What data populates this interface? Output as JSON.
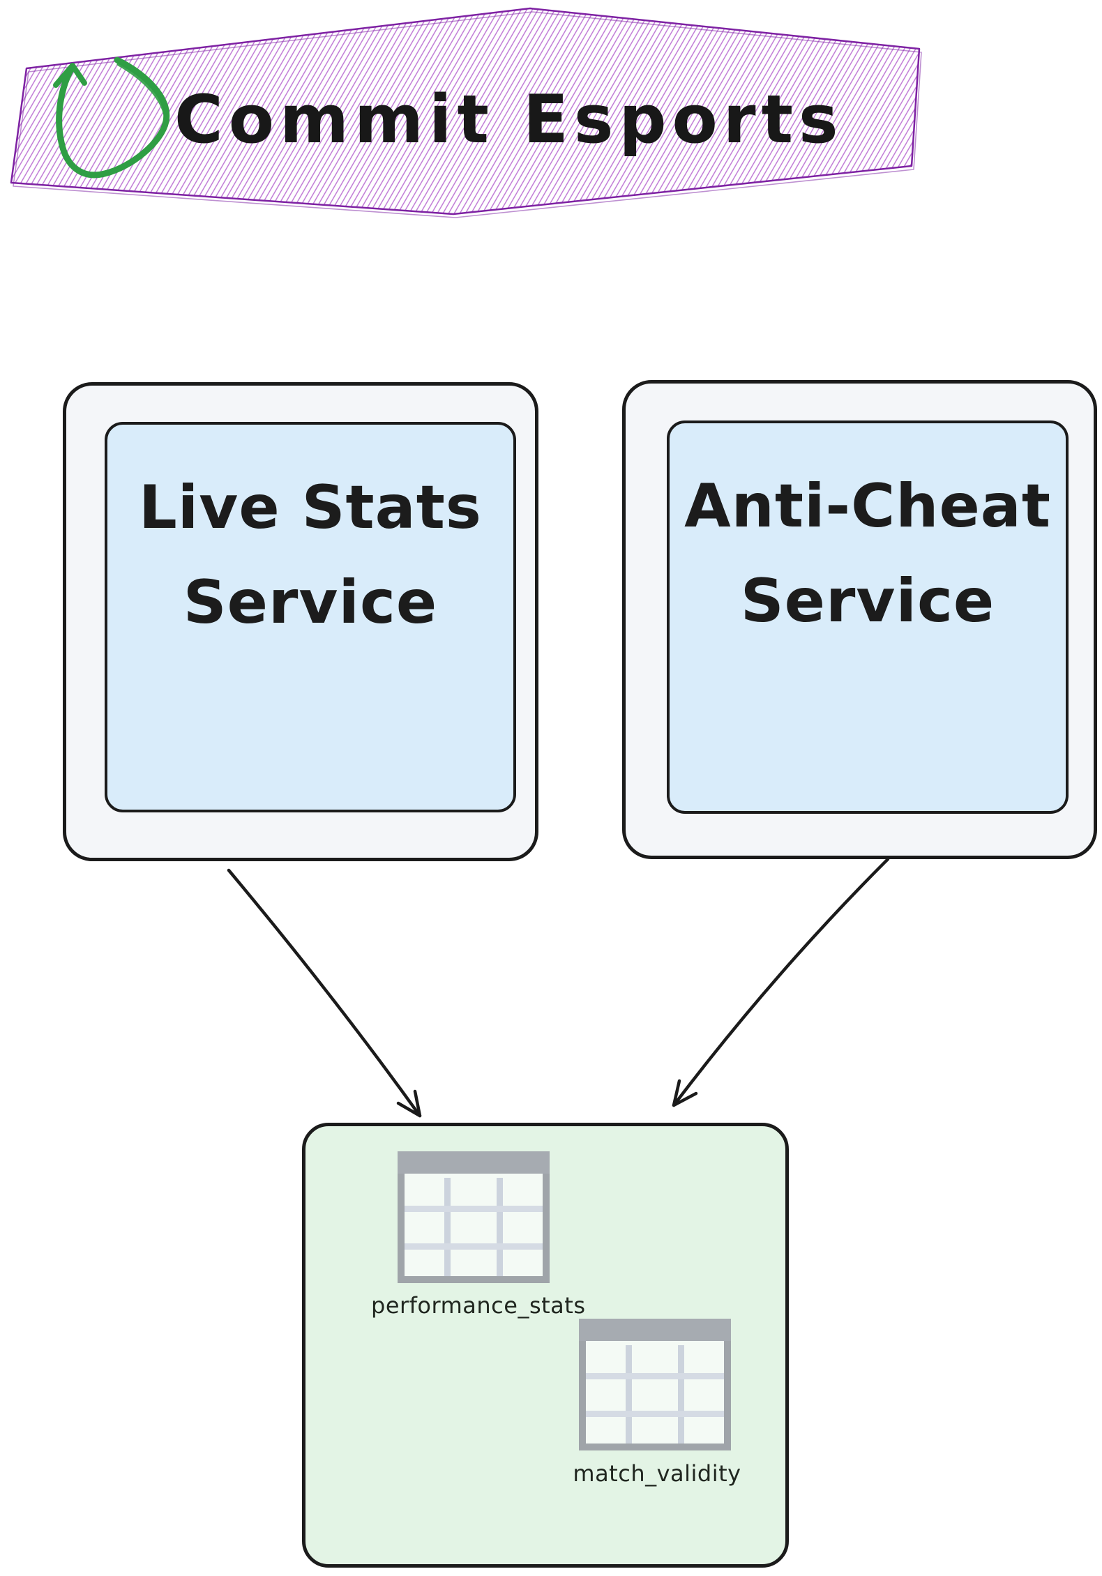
{
  "banner": {
    "title": "Commit Esports"
  },
  "services": [
    {
      "line1": "Live Stats",
      "line2": "Service"
    },
    {
      "line1": "Anti-Cheat",
      "line2": "Service"
    }
  ],
  "database": {
    "tables": [
      {
        "label": "performance_stats"
      },
      {
        "label": "match_validity"
      }
    ]
  },
  "icons": {
    "banner_icon": "loop-arrow-icon",
    "table_icon": "table-grid-icon"
  },
  "colors": {
    "banner_border": "#7e22a3",
    "banner_hatch": "#bc72d4",
    "banner_icon_green": "#2f9e44",
    "service_fill": "#d9ecfa",
    "service_frame_fill": "#f4f6f9",
    "database_fill": "#e3f4e5",
    "table_icon_gray": "#9fa4a9",
    "stroke_black": "#1b1b1b"
  }
}
